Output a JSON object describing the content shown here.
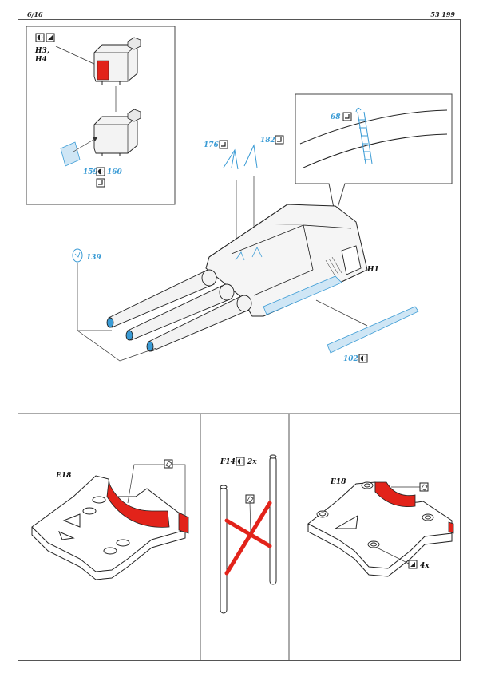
{
  "header": {
    "page": "6/16",
    "kit": "53 199"
  },
  "colors": {
    "etch": "#3a9bd5",
    "red": "#e2231a",
    "line": "#333333",
    "hull": "#d9dee3",
    "pe": "#cfe6f5"
  },
  "inset_engine": {
    "parts": "H3,",
    "parts2": "H4",
    "pe_a": "159",
    "pe_b": "160"
  },
  "inset_ladder": {
    "part": "68"
  },
  "turret": {
    "label": "H1",
    "pe_176": "176",
    "pe_182": "182",
    "pe_139": "139",
    "pe_102": "102"
  },
  "panel_left": {
    "label": "E18"
  },
  "panel_mid": {
    "label": "F14",
    "qty": "2x"
  },
  "panel_right": {
    "label": "E18",
    "qty": "4x"
  },
  "icons": [
    "fold-icon",
    "remove-icon",
    "glue-icon",
    "photo-etch-icon"
  ]
}
